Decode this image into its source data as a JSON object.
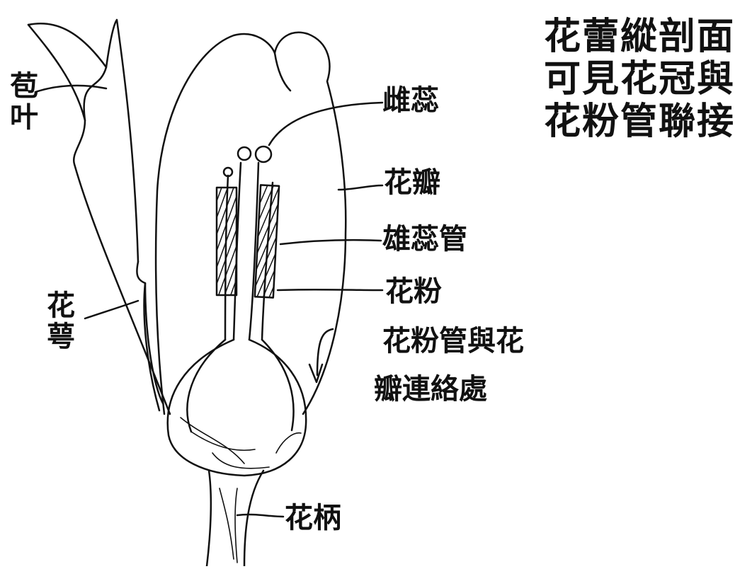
{
  "caption": {
    "lines": [
      "花蕾縱剖面",
      "可見花冠與",
      "花粉管聯接"
    ]
  },
  "labels": {
    "bract": "苞叶",
    "pistil": "雌蕊",
    "petal": "花瓣",
    "stamen_tube": "雄蕊管",
    "pollen": "花粉",
    "junction_line1": "花粉管與花",
    "junction_line2": "瓣連絡處",
    "sepal": "花萼",
    "pedicel": "花柄"
  }
}
